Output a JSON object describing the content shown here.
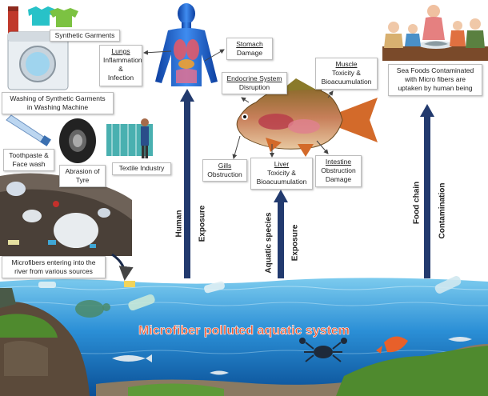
{
  "labels": {
    "synthetic_garments": "Synthetic Garments",
    "washing": [
      "Washing of Synthetic Garments",
      "in Washing Machine"
    ],
    "toothpaste": [
      "Toothpaste &",
      "Face wash"
    ],
    "abrasion": [
      "Abrasion of",
      "Tyre"
    ],
    "textile": "Textile Industry",
    "lungs": [
      "Lungs",
      "Inflammation",
      "&",
      "Infection"
    ],
    "stomach": [
      "Stomach",
      "Damage"
    ],
    "endocrine": [
      "Endocrine System",
      "Disruption"
    ],
    "muscle": [
      "Muscle",
      "Toxicity &",
      "Bioacuumulation"
    ],
    "gills": [
      "Gills",
      "Obstruction"
    ],
    "liver": [
      "Liver",
      "Toxicity &",
      "Bioacuumulation"
    ],
    "intestine": [
      "Intestine",
      "Obstruction",
      "Damage"
    ],
    "seafood": [
      "Sea Foods Contaminated",
      "with Micro fibers are",
      "uptaken by human being"
    ],
    "microfibers_entering": [
      "Microfibers entering into the",
      "river from various sources"
    ],
    "human": "Human",
    "exposure": "Exposure",
    "aquatic_species": "Aquatic species",
    "food_chain": "Food chain",
    "contamination": "Contamination",
    "polluted": "Microfiber polluted aquatic system"
  },
  "colors": {
    "arrow": "#223a6e",
    "water_light": "#6fc3ea",
    "water_dark": "#0a5ea8",
    "polluted_text": "#f0562e",
    "body_blue": "#1f5fc8",
    "rock": "#5b4a3a",
    "vegetation": "#4f8a2e"
  }
}
